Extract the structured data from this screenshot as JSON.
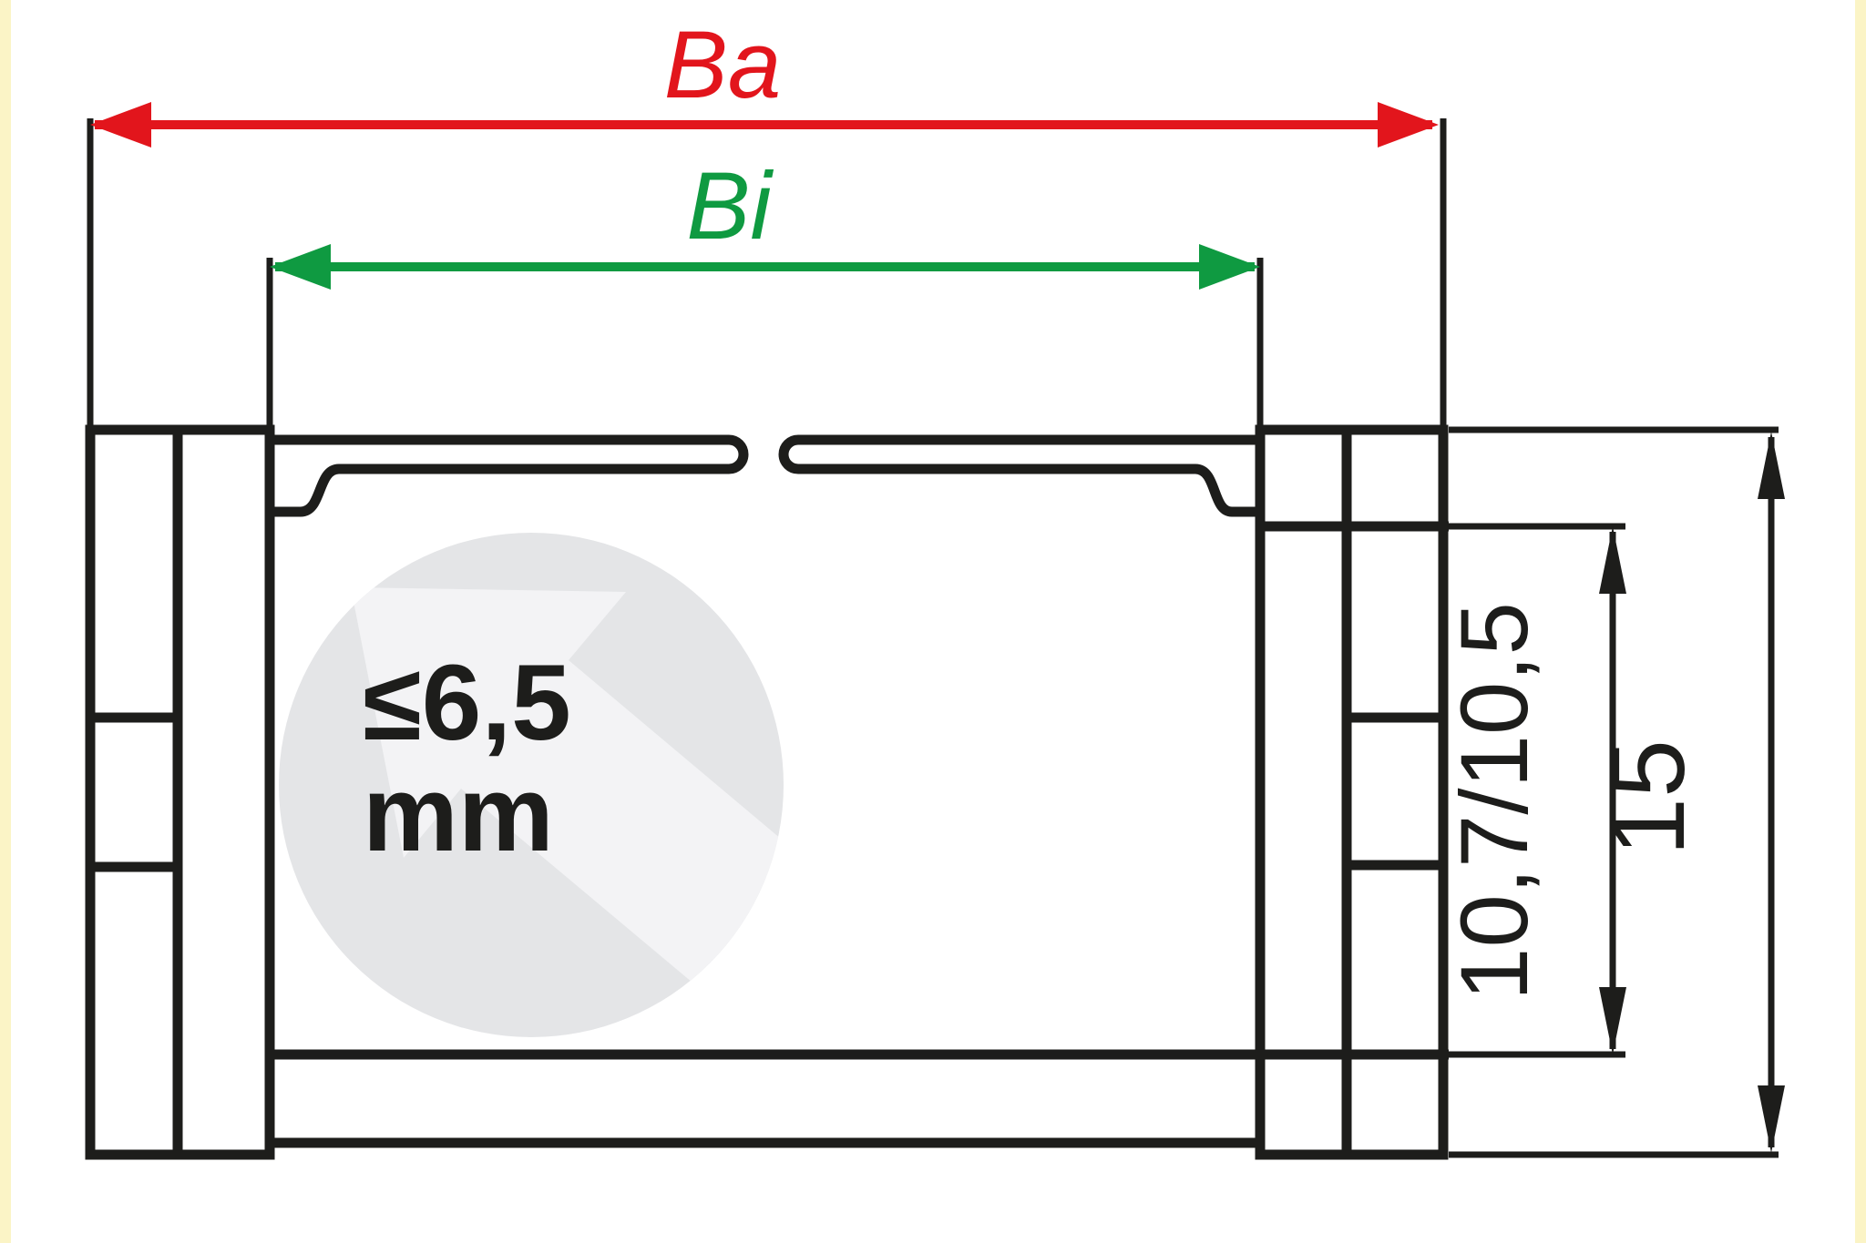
{
  "diagram": {
    "type": "technical-cross-section",
    "labels": {
      "outer_width": "Ba",
      "inner_width": "Bi",
      "cable_diameter_line1": "≤6,5",
      "cable_diameter_line2": "mm",
      "inner_height": "10,7/10,5",
      "outer_height": "15"
    }
  },
  "colors": {
    "outer_width_dim": "#e2151c",
    "inner_width_dim": "#0f9a41",
    "line_black": "#1d1d1b",
    "height_dim": "#1d1d1b",
    "circle_gray": "#e4e5e7",
    "arrow_light_gray": "#f3f3f5",
    "paper_white": "#ffffff",
    "page_edge_yellow": "#fbf4c6"
  }
}
